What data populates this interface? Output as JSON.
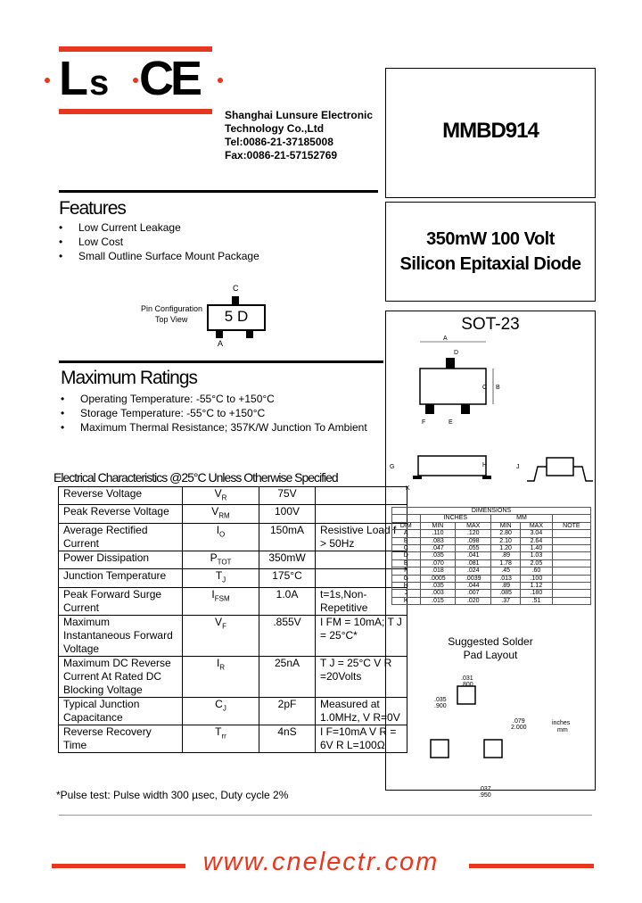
{
  "logo": {
    "text": "L s C E"
  },
  "company": {
    "name1": "Shanghai Lunsure Electronic",
    "name2": "Technology Co.,Ltd",
    "tel": "Tel:0086-21-37185008",
    "fax": "Fax:0086-21-57152769"
  },
  "part_number": "MMBD914",
  "description": {
    "line1": "350mW 100 Volt",
    "line2": "Silicon Epitaxial Diode"
  },
  "features": {
    "heading": "Features",
    "items": [
      "Low Current Leakage",
      "Low Cost",
      "Small Outline Surface Mount Package"
    ]
  },
  "pin_config": {
    "label1": "Pin Configuration",
    "label2": "Top View",
    "marking": "5 D",
    "pin_c": "C",
    "pin_a": "A"
  },
  "max_ratings": {
    "heading": "Maximum Ratings",
    "items": [
      "Operating Temperature: -55°C to +150°C",
      "Storage Temperature: -55°C to +150°C",
      "Maximum Thermal Resistance; 357K/W Junction To Ambient"
    ]
  },
  "elec_heading": "Electrical Characteristics @25°C Unless Otherwise Specified",
  "elec_rows": [
    {
      "param": "Reverse Voltage",
      "sym": "V",
      "sub": "R",
      "val": "75V",
      "cond": ""
    },
    {
      "param": "Peak Reverse Voltage",
      "sym": "V",
      "sub": "RM",
      "val": "100V",
      "cond": ""
    },
    {
      "param": "Average Rectified Current",
      "sym": "I",
      "sub": "O",
      "val": "150mA",
      "cond": "Resistive Load f > 50Hz"
    },
    {
      "param": "Power Dissipation",
      "sym": "P",
      "sub": "TOT",
      "val": "350mW",
      "cond": ""
    },
    {
      "param": "Junction Temperature",
      "sym": "T",
      "sub": "J",
      "val": "175°C",
      "cond": ""
    },
    {
      "param": "Peak Forward Surge Current",
      "sym": "I",
      "sub": "FSM",
      "val": "1.0A",
      "cond": "t=1s,Non-Repetitive"
    },
    {
      "param": "Maximum Instantaneous Forward Voltage",
      "sym": "V",
      "sub": "F",
      "val": ".855V",
      "cond": "I FM = 10mA; T J = 25°C*"
    },
    {
      "param": "Maximum DC Reverse Current At Rated DC Blocking Voltage",
      "sym": "I",
      "sub": "R",
      "val": "25nA",
      "cond": "T J = 25°C V R =20Volts"
    },
    {
      "param": "Typical Junction Capacitance",
      "sym": "C",
      "sub": "J",
      "val": "2pF",
      "cond": "Measured at 1.0MHz, V R=0V"
    },
    {
      "param": "Reverse Recovery Time",
      "sym": "T",
      "sub": "rr",
      "val": "4nS",
      "cond": "I F=10mA V R = 6V R L=100Ω"
    }
  ],
  "pulse_note": "*Pulse test: Pulse width 300 µsec, Duty cycle 2%",
  "package": {
    "title": "SOT-23",
    "dims_title": "DIMENSIONS",
    "inches": "INCHES",
    "mm": "MM",
    "header": [
      "DIM",
      "MIN",
      "MAX",
      "MIN",
      "MAX",
      "NOTE"
    ],
    "rows": [
      [
        "A",
        ".110",
        ".120",
        "2.80",
        "3.04",
        ""
      ],
      [
        "B",
        ".083",
        ".098",
        "2.10",
        "2.64",
        ""
      ],
      [
        "C",
        ".047",
        ".055",
        "1.20",
        "1.40",
        ""
      ],
      [
        "D",
        ".035",
        ".041",
        ".89",
        "1.03",
        ""
      ],
      [
        "E",
        ".070",
        ".081",
        "1.78",
        "2.05",
        ""
      ],
      [
        "F",
        ".018",
        ".024",
        ".45",
        ".60",
        ""
      ],
      [
        "G",
        ".0005",
        ".0039",
        ".013",
        ".100",
        ""
      ],
      [
        "H",
        ".035",
        ".044",
        ".89",
        "1.12",
        ""
      ],
      [
        "J",
        ".003",
        ".007",
        ".085",
        ".180",
        ""
      ],
      [
        "K",
        ".015",
        ".020",
        ".37",
        ".51",
        ""
      ]
    ],
    "solder_title1": "Suggested Solder",
    "solder_title2": "Pad Layout",
    "pad_dims": {
      "d1": ".031",
      "d2": ".800",
      "d3": ".035",
      "d4": ".900",
      "d5": ".079",
      "d6": "2.000",
      "d7": ".037",
      "d8": ".950",
      "unit1": "inches",
      "unit2": "mm"
    }
  },
  "website": "www.cnelectr.com"
}
